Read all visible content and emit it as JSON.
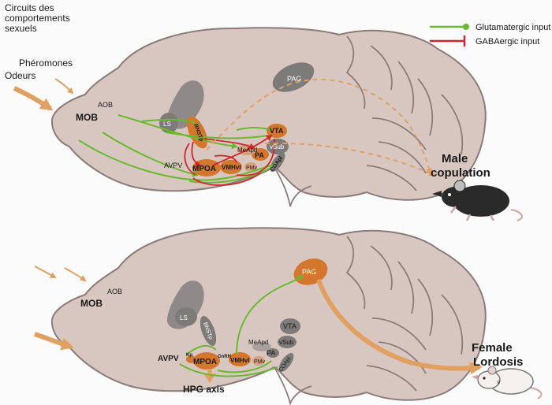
{
  "title": "Circuits des\ncomportements\nsexuels",
  "legend": {
    "glutamatergic": "Glutamatergic input",
    "gabaergic": "GABAergic input",
    "glut_color": "#6ab82d",
    "gaba_color": "#d0262b"
  },
  "colors": {
    "brain": "#d8c7c0",
    "outline": "#8c7b7b",
    "region_orange": "#d4772c",
    "region_gray": "#7d7a7a",
    "arrow_orange": "#e0a061"
  },
  "inputs": {
    "pheromones": "Phéromones",
    "odors": "Odeurs"
  },
  "male": {
    "MOB": "MOB",
    "AOB": "AOB",
    "LS": "LS",
    "BNSTp": "BNSTp",
    "PAG": "PAG",
    "VTA": "VTA",
    "MeApd": "MeApd",
    "vSub": "vSub",
    "PA": "PA",
    "PMv": "PMv",
    "AVPV": "AVPV",
    "MPOA": "MPOA",
    "VMHvl": "VMHvl",
    "COApl": "COApl",
    "outcome_line1": "Male",
    "outcome_line2": "copulation"
  },
  "female": {
    "MOB": "MOB",
    "AOB": "AOB",
    "LS": "LS",
    "BNSTp": "BNSTp",
    "PAG": "PAG",
    "VTA": "VTA",
    "MeApd": "MeApd",
    "vSub": "vSub",
    "PA": "PA",
    "PMv": "PMv",
    "AVPV": "AVPV",
    "AVPV_sup": "Kp",
    "MPOA": "MPOA",
    "MPOA_sup": "GnRH",
    "VMHvl": "VMHvl",
    "COApl": "COApl",
    "hpg": "HPG axis",
    "outcome_line1": "Female",
    "outcome_line2": "Lordosis",
    "female_symbol": "♀"
  }
}
